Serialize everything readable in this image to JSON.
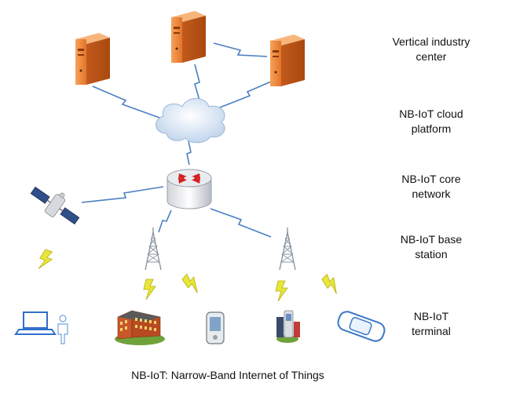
{
  "layers": [
    {
      "label": "Vertical industry\ncenter"
    },
    {
      "label": "NB-IoT cloud\nplatform"
    },
    {
      "label": "NB-IoT core\nnetwork"
    },
    {
      "label": "NB-IoT base\nstation"
    },
    {
      "label": "NB-IoT\nterminal"
    }
  ],
  "caption": "NB-IoT: Narrow-Band Internet of Things",
  "colors": {
    "server": "#f08a3c",
    "link": "#4a7fc2",
    "wireless": "#e6e62a",
    "cloud": "#d8e6f7",
    "router_arrow": "#d42020",
    "tower": "#9aa4b0"
  },
  "icons": [
    "server-icon",
    "cloud-icon",
    "router-icon",
    "satellite-icon",
    "tower-icon",
    "laptop-icon",
    "person-icon",
    "building-icon",
    "phone-icon",
    "handset-icon",
    "car-icon"
  ]
}
